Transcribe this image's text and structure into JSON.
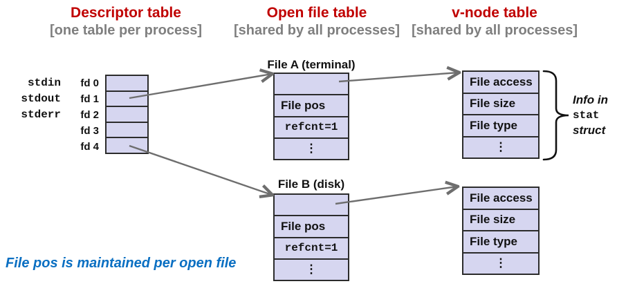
{
  "header": {
    "columns": [
      {
        "title": "Descriptor table",
        "subtitle": "[one table per process]"
      },
      {
        "title": "Open file table",
        "subtitle": "[shared by all processes]"
      },
      {
        "title": "v-node table",
        "subtitle": "[shared by all processes]"
      }
    ]
  },
  "descriptor_table": {
    "stream_labels": [
      "stdin",
      "stdout",
      "stderr"
    ],
    "fd_labels": [
      "fd 0",
      "fd 1",
      "fd 2",
      "fd 3",
      "fd 4"
    ]
  },
  "open_file_tables": [
    {
      "title": "File A (terminal)",
      "cells": [
        "",
        "File pos",
        "refcnt=1",
        "⋮"
      ]
    },
    {
      "title": "File B (disk)",
      "cells": [
        "",
        "File pos",
        "refcnt=1",
        "⋮"
      ]
    }
  ],
  "vnode_tables": [
    {
      "cells": [
        "File access",
        "File size",
        "File type",
        "⋮"
      ]
    },
    {
      "cells": [
        "File access",
        "File size",
        "File type",
        "⋮"
      ]
    }
  ],
  "stat_annotation": {
    "lines": [
      "Info in",
      "stat",
      "struct"
    ]
  },
  "footnote": "File pos is maintained per open file",
  "colors": {
    "title_red": "#C00000",
    "subtitle_gray": "#7F7F7F",
    "cell_fill": "#D6D6F0",
    "cell_border": "#2B2B2B",
    "arrow_gray": "#6E6E6E",
    "filepos_blue": "#1B74C5",
    "footnote_blue": "#0A6FC2"
  }
}
